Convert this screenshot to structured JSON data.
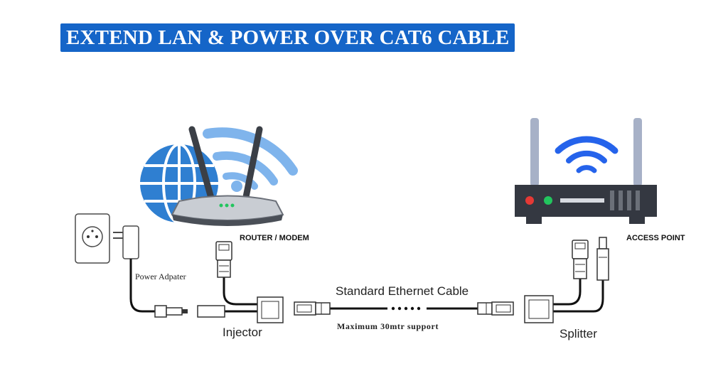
{
  "title": "EXTEND LAN & POWER OVER CAT6 CABLE",
  "labels": {
    "router": "ROUTER / MODEM",
    "access_point": "ACCESS POINT",
    "power_adapter": "Power Adpater",
    "injector": "Injector",
    "splitter": "Splitter",
    "cable": "Standard Ethernet Cable",
    "support": "Maximum 30mtr support"
  },
  "colors": {
    "title_bg": "#1565c8",
    "globe": "#2f7fd1",
    "wifi": "#2563eb",
    "led_red": "#e53935",
    "led_green": "#22c55e"
  },
  "icons": [
    "globe-icon",
    "wifi-icon",
    "router-icon",
    "access-point-icon",
    "wall-socket-icon",
    "power-plug-icon",
    "rj45-connector-icon",
    "dc-jack-icon"
  ]
}
